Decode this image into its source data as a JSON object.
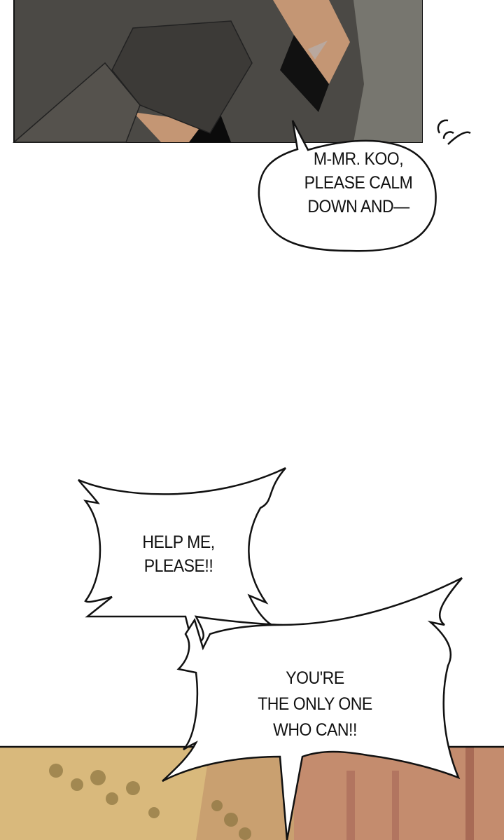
{
  "bubbles": {
    "top": {
      "lines": [
        "M-MR. KOO,",
        "PLEASE CALM",
        "DOWN AND—"
      ]
    },
    "left_shout": {
      "lines": [
        "HELP ME,",
        "PLEASE!!"
      ]
    },
    "right_shout": {
      "lines": [
        "YOU'RE",
        "THE ONLY ONE",
        "WHO CAN!!"
      ]
    }
  },
  "colors": {
    "panel_dark": "#4a4844",
    "skin": "#c89a78",
    "wall": "#d8b878",
    "door": "#c08a6c"
  }
}
